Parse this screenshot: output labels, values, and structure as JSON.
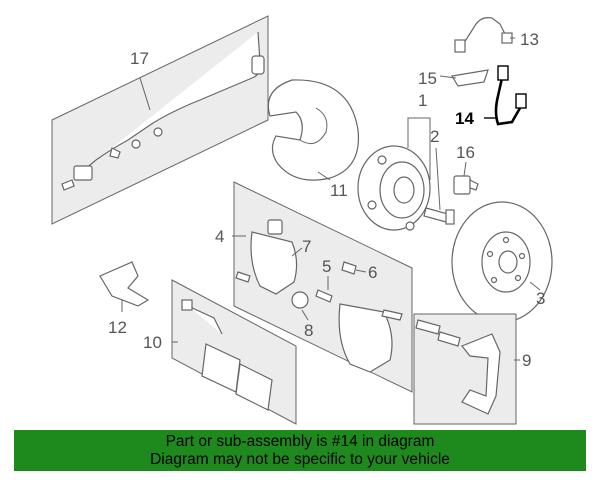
{
  "diagram": {
    "callouts": [
      "17",
      "13",
      "15",
      "14",
      "1",
      "2",
      "16",
      "11",
      "4",
      "7",
      "5",
      "6",
      "3",
      "12",
      "8",
      "10",
      "9"
    ],
    "highlighted_callout": "14",
    "colors": {
      "highlight": "#1e8a1e",
      "line": "#666666",
      "panel": "#ececec"
    }
  },
  "banner": {
    "line1": "Part or sub-assembly is #14 in diagram",
    "line2": "Diagram may not be specific to your vehicle"
  }
}
